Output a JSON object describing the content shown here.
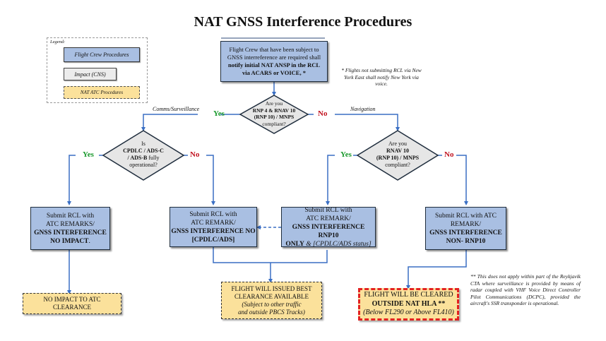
{
  "title": "NAT GNSS Interference Procedures",
  "colors": {
    "flight_crew": "#a9bfe2",
    "impact": "#ececec",
    "atc": "#fbe19b",
    "connector": "#3a6fc4",
    "yes": "#1b9a2e",
    "no": "#c1121f",
    "hla_border": "#e32222"
  },
  "legend": {
    "title": "Legend:",
    "items": [
      "Flight Crew Procedures",
      "Impact (CNS)",
      "NAT ATC Procedures"
    ]
  },
  "start_box": {
    "line1": "Flight Crew that have been subject to",
    "line2": "GNSS interreference are required shall",
    "line3_bold": "notify initial NAT ANSP in the RCL",
    "line4_bold": "via ACARS or VOICE, *"
  },
  "note_rcl": "* Flights not submitting RCL via New York East shall notify New York via voice.",
  "decision_main": {
    "line1": "Are you",
    "line2_bold": "RNP 4 & RNAV 10",
    "line3_bold": "(RNP 10) / MNPS",
    "line4": "compliant?",
    "yes_label": "Yes",
    "no_label": "No",
    "left_branch": "Comms/Surveillance",
    "right_branch": "Navigation"
  },
  "decision_comms": {
    "line1": "Is",
    "line2_bold": "CPDLC / ADS-C",
    "line3_bold": "/ ADS-B",
    "line3_rest": " fully",
    "line4": "operational?",
    "yes_label": "Yes",
    "no_label": "No"
  },
  "decision_nav": {
    "line1": "Are you",
    "line2_bold": "RNAV 10",
    "line3_bold": "(RNP 10) / MNPS",
    "line4": "compliant?",
    "yes_label": "Yes",
    "no_label": "No"
  },
  "boxes": {
    "no_impact": {
      "line1": "Submit RCL with",
      "line2": "ATC REMARKS/",
      "line3_bold": "GNSS INTERFERENCE",
      "line4_bold": "NO IMPACT",
      "line4_rest": "."
    },
    "cpdlc_ads": {
      "line1": "Submit RCL with",
      "line2": "ATC REMARK/",
      "line3_bold": "GNSS INTERFERENCE NO",
      "line4_bold": "[CPDLC/ADS]"
    },
    "rnp10_only": {
      "line1": "Submit RCL with",
      "line2": "ATC REMARK/",
      "line3_bold": "GNSS INTERFERENCE RNP10",
      "line4_bold": "ONLY",
      "line4_italic": " & [CPDLC/ADS status]"
    },
    "non_rnp10": {
      "line1": "Submit RCL with ATC",
      "line2": "REMARK/",
      "line3_bold": "GNSS INTERFERENCE",
      "line4_bold": "NON- RNP10"
    }
  },
  "outcomes": {
    "no_impact_clearance": {
      "line1": "NO IMPACT TO ATC",
      "line2": "CLEARANCE"
    },
    "best_clearance": {
      "line1": "FLIGHT WILL ISSUED BEST",
      "line2": "CLEARANCE AVAILABLE",
      "line3_italic": "(Subject to other traffic",
      "line4_italic": "and outside PBCS Tracks)"
    },
    "outside_hla": {
      "line1": "FLIGHT WILL BE CLEARED",
      "line2_bold": "OUTSIDE NAT HLA **",
      "line3_italic": "(Below FL290 or Above FL410)"
    }
  },
  "note_reykjavik": "** This does not apply within part of the Reykjavik CTA where surveillance is provided by means of radar coupled with VHF Voice Direct Controller Pilot Communications (DCPC), provided the aircraft's SSR transponder is operational."
}
